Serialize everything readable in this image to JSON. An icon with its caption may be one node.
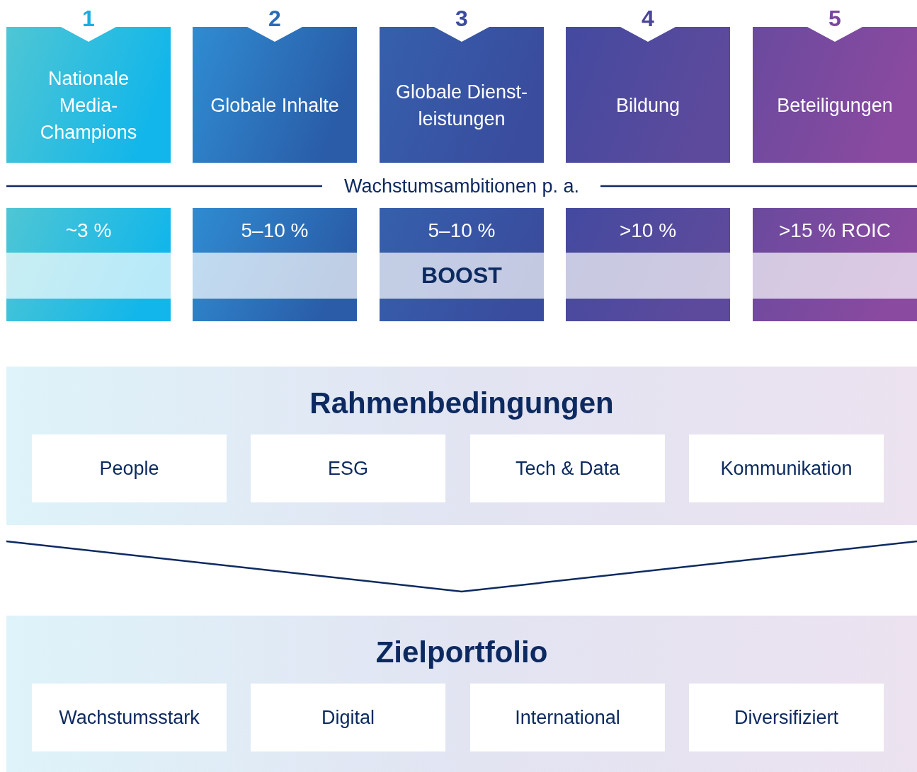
{
  "diagram": {
    "nodes": [
      {
        "text": [
          "Nationale Media-Champions"
        ],
        "beside": [
          "1"
        ]
      },
      {
        "text": [
          "Globale Inhalte"
        ],
        "beside": [
          "2"
        ]
      },
      {
        "text": [
          "Globale Dienst-leistungen"
        ],
        "beside": [
          "3"
        ]
      },
      {
        "text": [
          "Bildung"
        ],
        "beside": [
          "4"
        ]
      },
      {
        "text": [
          "Beteiligungen"
        ],
        "beside": [
          "5"
        ]
      },
      {
        "text": [
          "~3 %"
        ]
      },
      {
        "text": [
          "5–10 %"
        ]
      },
      {
        "text": [
          "5–10 %",
          "BOOST"
        ]
      },
      {
        "text": [
          ">10 %"
        ]
      },
      {
        "text": [
          ">15 % ROIC"
        ]
      },
      {
        "text": [
          "Rahmenbedingungen"
        ]
      },
      {
        "text": [
          "People"
        ],
        "in": 10
      },
      {
        "text": [
          "ESG"
        ],
        "in": 10
      },
      {
        "text": [
          "Tech & Data"
        ],
        "in": 10
      },
      {
        "text": [
          "Kommunikation"
        ],
        "in": 10
      },
      {
        "text": [
          "Zielportfolio"
        ]
      },
      {
        "text": [
          "Wachstumsstark"
        ],
        "in": 15
      },
      {
        "text": [
          "Digital"
        ],
        "in": 15
      },
      {
        "text": [
          "International"
        ],
        "in": 15
      },
      {
        "text": [
          "Diversifiziert"
        ],
        "in": 15
      }
    ],
    "labels": [
      "Wachstumsambitionen p. a."
    ]
  }
}
